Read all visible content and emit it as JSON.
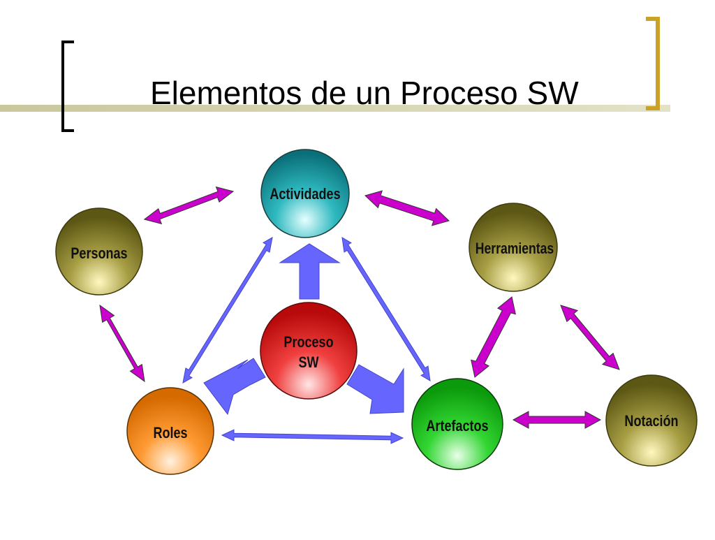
{
  "slide": {
    "title": "Elementos de un Proceso SW"
  },
  "nodes": {
    "actividades": {
      "label": "Actividades"
    },
    "personas": {
      "label": "Personas"
    },
    "herramientas": {
      "label": "Herramientas"
    },
    "proceso": {
      "label_line1": "Proceso",
      "label_line2": "SW"
    },
    "roles": {
      "label": "Roles"
    },
    "artefactos": {
      "label": "Artefactos"
    },
    "notacion": {
      "label": "Notación"
    }
  },
  "colors": {
    "title_bar": "#cbc9a0",
    "bracket_left": "#000000",
    "bracket_right": "#c9a227",
    "magenta_arrow": "#cc00cc",
    "blue_arrow": "#6666ff",
    "actividades": "#1aa0a8",
    "olive": "#8a8430",
    "proceso": "#e61e1e",
    "roles": "#ff8c1a",
    "artefactos": "#1ec81e"
  }
}
